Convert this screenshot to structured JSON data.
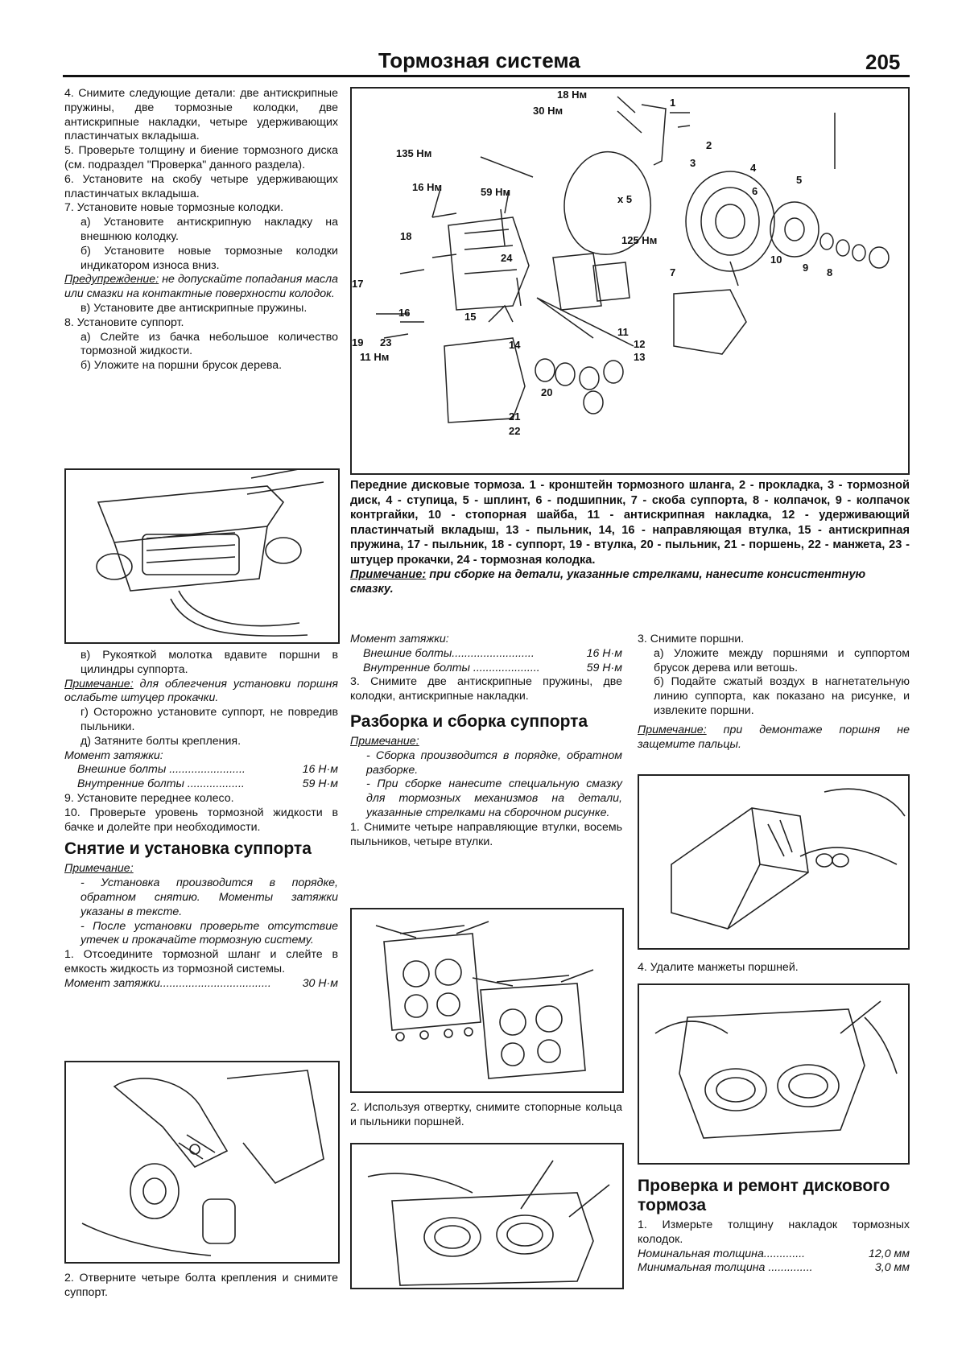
{
  "header": {
    "title": "Тормозная система",
    "page": "205"
  },
  "left": {
    "p1": "4. Снимите следующие детали: две антискрипные пружины, две тормозные колодки, две антискрипные накладки, четыре удерживающих пластинчатых вкладыша.",
    "p2": "5. Проверьте толщину и биение тормозного диска (см. подраздел \"Проверка\" данного раздела).",
    "p3": "6. Установите на скобу четыре удерживающих пластинчатых вкладыша.",
    "p4": "7. Установите новые тормозные колодки.",
    "p4a": "а) Установите антискрипную накладку на внешнюю колодку.",
    "p4b": "б) Установите новые тормозные колодки индикатором износа вниз.",
    "warn_h": "Предупреждение:",
    "warn_t": " не допускайте попадания масла или смазки на контактные поверхности колодок.",
    "p4c": "в) Установите две антискрипные пружины.",
    "p5": "8. Установите суппорт.",
    "p5a": "а) Слейте из бачка небольшое количество тормозной жидкости.",
    "p5b": "б) Уложите на поршни брусок дерева.",
    "p5c": "в) Рукояткой молотка вдавите поршни в цилиндры суппорта.",
    "note1_h": "Примечание:",
    "note1_t": " для облегчения установки поршня ослабьте штуцер прокачки.",
    "p5d": "г) Осторожно установите суппорт, не повредив пыльники.",
    "p5e": "д) Затяните болты крепления.",
    "torque_h": "Момент затяжки:",
    "t1_l": "Внешние болты ........................",
    "t1_v": "16 Н·м",
    "t2_l": "Внутренние болты ..................",
    "t2_v": "59 Н·м",
    "p6": "9. Установите переднее колесо.",
    "p7": "10. Проверьте уровень тормозной жидкости в бачке и долейте при необходимости.",
    "h_remove": "Снятие и установка суппорта",
    "note2_h": "Примечание:",
    "note2_a": "- Установка производится в порядке, обратном снятию. Моменты затяжки указаны в тексте.",
    "note2_b": "- После установки проверьте отсутствие утечек и прокачайте тормозную систему.",
    "r1": "1. Отсоедините тормозной шланг и слейте в емкость жидкость из тормозной системы.",
    "r1_t_l": "Момент затяжки...................................",
    "r1_t_v": "30 Н·м",
    "r2": "2. Отверните четыре болта крепления и снимите суппорт."
  },
  "diagram": {
    "labels": [
      "18 Нм",
      "30 Нм",
      "135 Нм",
      "16 Нм",
      "59 Нм",
      "125 Нм",
      "11 Нм",
      "x 5"
    ],
    "parts": [
      "1",
      "2",
      "3",
      "4",
      "5",
      "6",
      "7",
      "8",
      "9",
      "10",
      "11",
      "12",
      "13",
      "14",
      "15",
      "16",
      "17",
      "18",
      "19",
      "20",
      "21",
      "22",
      "23",
      "24"
    ]
  },
  "caption": "Передние дисковые тормоза. 1 - кронштейн тормозного шланга, 2 - прокладка, 3 - тормозной диск, 4 - ступица, 5 - шплинт, 6 - подшипник, 7 - скоба суппорта, 8 - колпачок, 9 - колпачок контргайки, 10 - стопорная шайба, 11 - антискрипная накладка, 12 - удерживающий пластинчатый вкладыш, 13 - пыльник, 14, 16 - направляющая втулка, 15 - антискрипная пружина, 17 - пыльник, 18 - суппорт, 19 - втулка, 20 - пыльник, 21 - поршень, 22 - манжета, 23 - штуцер прокачки, 24 - тормозная колодка.",
  "caption_note_h": "Примечание:",
  "caption_note_t": " при сборке на детали, указанные стрелками, нанесите консистентную смазку.",
  "mid": {
    "torque_h": "Момент затяжки:",
    "t1_l": "Внешние болты..........................",
    "t1_v": "16 Н·м",
    "t2_l": "Внутренние болты .....................",
    "t2_v": "59 Н·м",
    "p3": "3. Снимите две антискрипные пружины, две колодки, антискрипные накладки.",
    "h_dis": "Разборка и сборка суппорта",
    "note_h": "Примечание:",
    "note_a": "- Сборка производится в порядке, обратном разборке.",
    "note_b": "- При сборке нанесите специальную смазку для тормозных механизмов на детали, указанные стрелками на сборочном рисунке.",
    "s1": "1. Снимите четыре направляющие втулки, восемь пыльников, четыре втулки.",
    "s2": "2. Используя отвертку, снимите стопорные кольца и пыльники поршней."
  },
  "right": {
    "s3": "3. Снимите поршни.",
    "s3a": "а) Уложите между поршнями и суппортом брусок дерева или ветошь.",
    "s3b": "б) Подайте сжатый воздух в нагнетательную линию суппорта, как показано на рисунке, и извлеките поршни.",
    "note_h": "Примечание:",
    "note_t": " при демонтаже поршня не защемите пальцы.",
    "s4": "4. Удалите манжеты поршней.",
    "h_check": "Проверка и ремонт дискового тормоза",
    "c1": "1. Измерьте толщину накладок тормозных колодок.",
    "n_l": "Номинальная толщина.............",
    "n_v": "12,0 мм",
    "m_l": "Минимальная толщина ..............",
    "m_v": "3,0 мм"
  }
}
